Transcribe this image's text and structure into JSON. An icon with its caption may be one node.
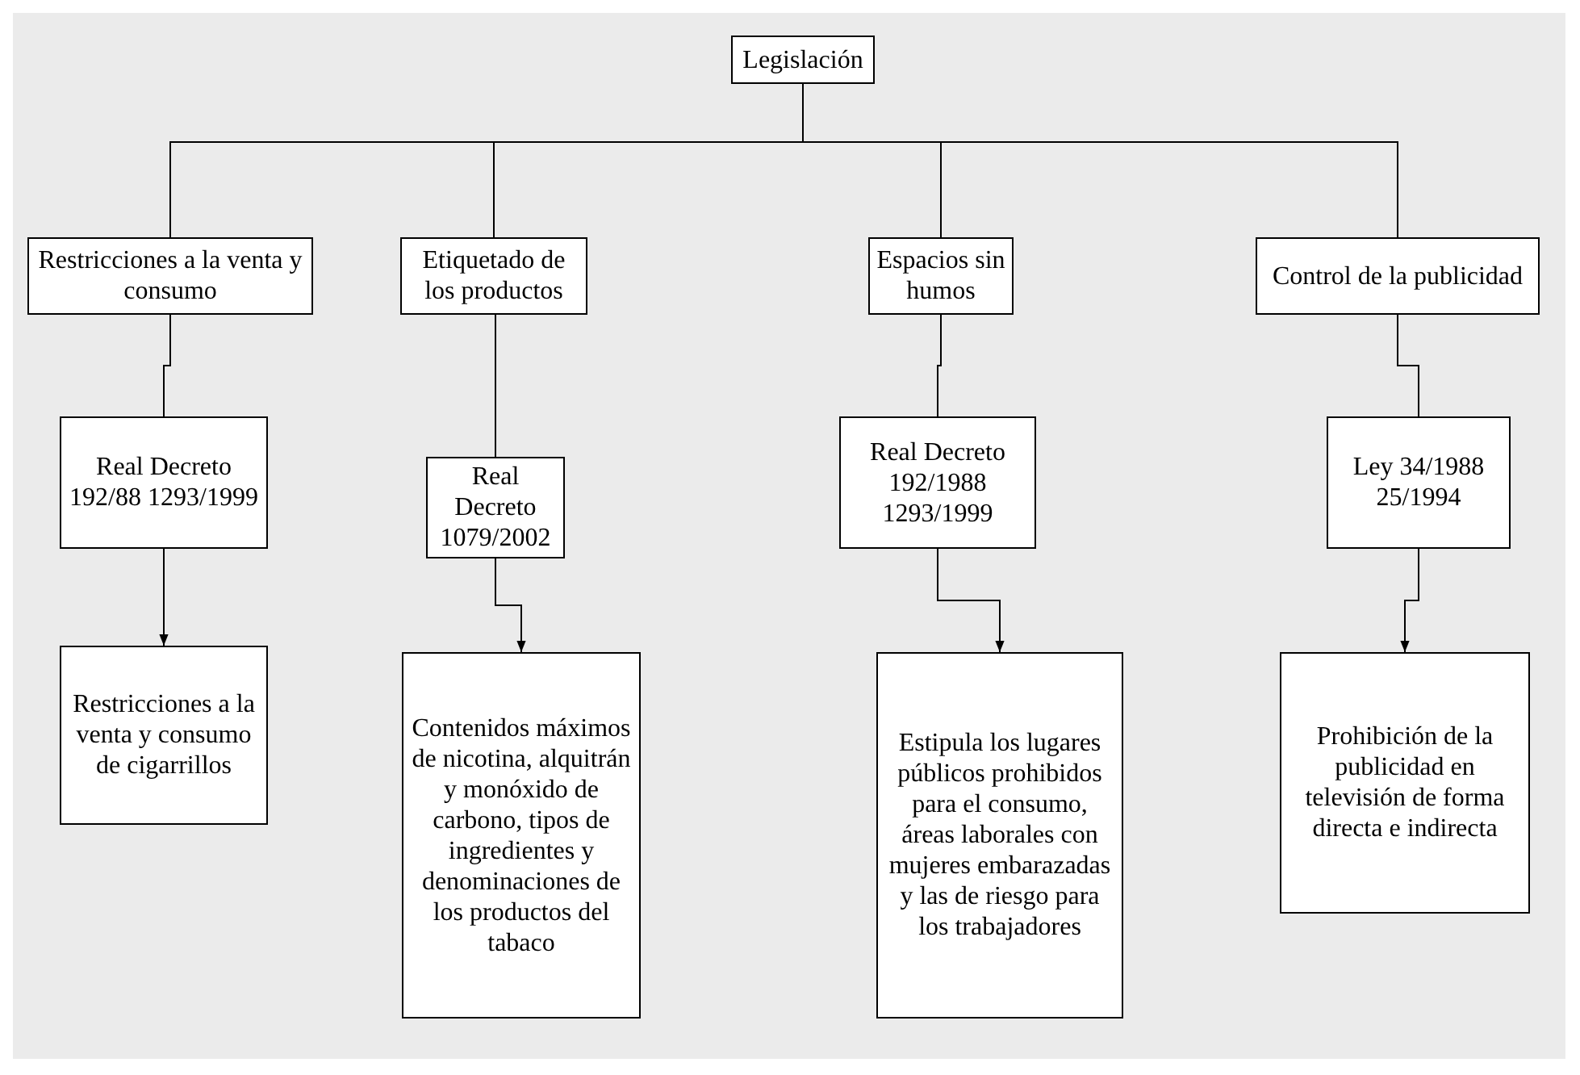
{
  "diagram": {
    "nodes": [
      {
        "text": [
          "Legislación"
        ]
      },
      {
        "text": [
          "Restricciones a la venta y consumo"
        ]
      },
      {
        "text": [
          "Etiquetado de los productos"
        ]
      },
      {
        "text": [
          "Espacios sin humos"
        ]
      },
      {
        "text": [
          "Control de la publicidad"
        ]
      },
      {
        "text": [
          "Real Decreto 192/88 1293/1999"
        ]
      },
      {
        "text": [
          "Real Decreto 1079/2002"
        ]
      },
      {
        "text": [
          "Real Decreto 192/1988 1293/1999"
        ]
      },
      {
        "text": [
          "Ley 34/1988 25/1994"
        ]
      },
      {
        "text": [
          "Restricciones a la venta y consumo de cigarrillos"
        ]
      },
      {
        "text": [
          "Contenidos máximos de nicotina, alquitrán y monóxido de carbono, tipos de ingredientes y denominaciones de los productos del tabaco"
        ]
      },
      {
        "text": [
          "Estipula los lugares públicos prohibidos para el consumo, áreas laborales con mujeres embarazadas y las de riesgo para los trabajadores"
        ]
      },
      {
        "text": [
          "Prohibición de la publicidad en televisión de forma directa e indirecta"
        ]
      }
    ],
    "edges": [
      {
        "from": 0,
        "to": 1,
        "arrow": "none"
      },
      {
        "from": 0,
        "to": 2,
        "arrow": "none"
      },
      {
        "from": 0,
        "to": 3,
        "arrow": "none"
      },
      {
        "from": 0,
        "to": 4,
        "arrow": "none"
      },
      {
        "from": 1,
        "to": 5,
        "arrow": "none"
      },
      {
        "from": 2,
        "to": 6,
        "arrow": "none"
      },
      {
        "from": 3,
        "to": 7,
        "arrow": "none"
      },
      {
        "from": 4,
        "to": 8,
        "arrow": "none"
      },
      {
        "from": 5,
        "to": 9,
        "arrow": "to"
      },
      {
        "from": 6,
        "to": 10,
        "arrow": "to"
      },
      {
        "from": 7,
        "to": 11,
        "arrow": "to"
      },
      {
        "from": 8,
        "to": 12,
        "arrow": "to"
      }
    ]
  }
}
